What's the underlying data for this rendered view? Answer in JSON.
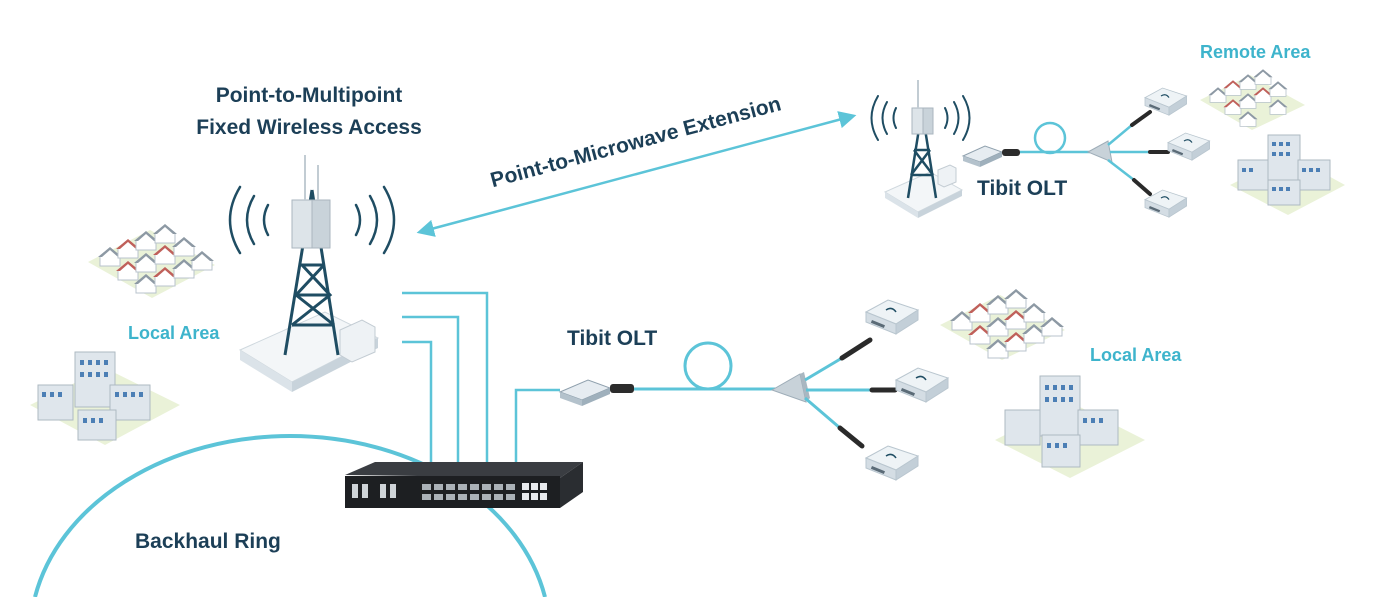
{
  "title": {
    "line1": "Point-to-Multipoint",
    "line2": "Fixed Wireless Access"
  },
  "labels": {
    "microwave_extension": "Point-to-Microwave Extension",
    "remote_area": "Remote Area",
    "local_area_left": "Local Area",
    "local_area_right": "Local Area",
    "olt_top": "Tibit OLT",
    "olt_bottom": "Tibit OLT",
    "backhaul": "Backhaul Ring"
  },
  "colors": {
    "line": "#5cc4d8",
    "text_dark": "#1c3f57",
    "text_teal": "#3eb4cc",
    "tower": "#1f4d63"
  },
  "icons": [
    "tower-icon",
    "switch-icon",
    "sfp-transceiver-icon",
    "fiber-coil-icon",
    "splitter-icon",
    "ont-icon",
    "houses-icon",
    "buildings-icon",
    "wireless-signal-icon"
  ]
}
